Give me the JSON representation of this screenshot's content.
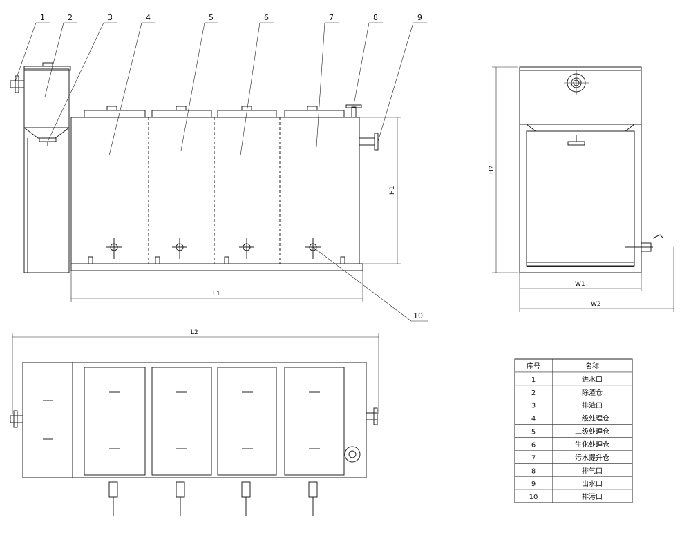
{
  "callouts": [
    "1",
    "2",
    "3",
    "4",
    "5",
    "6",
    "7",
    "8",
    "9",
    "10"
  ],
  "dimensions": {
    "L1": "L1",
    "L2": "L2",
    "H1": "H1",
    "H2": "H2",
    "W1": "W1",
    "W2": "W2"
  },
  "table": {
    "headers": [
      "序号",
      "名称"
    ],
    "rows": [
      [
        "1",
        "进水口"
      ],
      [
        "2",
        "除渣仓"
      ],
      [
        "3",
        "排渣口"
      ],
      [
        "4",
        "一级处理仓"
      ],
      [
        "5",
        "二级处理仓"
      ],
      [
        "6",
        "生化处理仓"
      ],
      [
        "7",
        "污水提升仓"
      ],
      [
        "8",
        "排气口"
      ],
      [
        "9",
        "出水口"
      ],
      [
        "10",
        "排污口"
      ]
    ]
  }
}
